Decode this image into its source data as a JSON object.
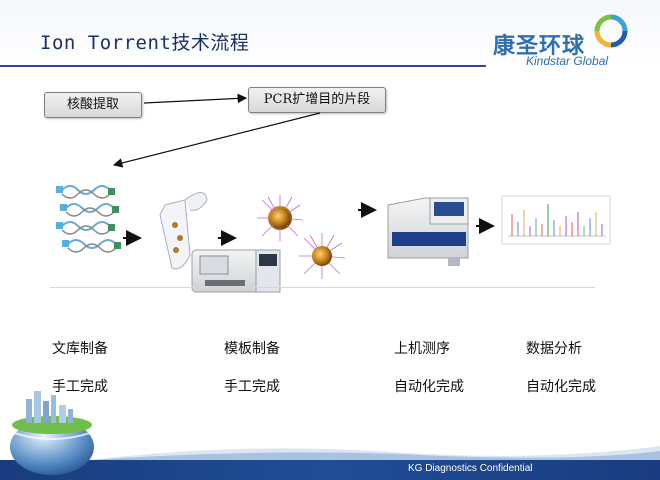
{
  "header": {
    "title": "Ion Torrent技术流程",
    "logo_cn": "康圣环球",
    "logo_en": "Kindstar Global"
  },
  "flow": {
    "step1_box": "核酸提取",
    "step2_box": "PCR扩增目的片段"
  },
  "stages": [
    {
      "name": "文库制备",
      "mode": "手工完成"
    },
    {
      "name": "模板制备",
      "mode": "手工完成"
    },
    {
      "name": "上机测序",
      "mode": "自动化完成"
    },
    {
      "name": "数据分析",
      "mode": "自动化完成"
    }
  ],
  "footer": {
    "text": "KG Diagnostics Confidential"
  },
  "colors": {
    "title": "#1c2f6b",
    "logo": "#2f6fb0",
    "footer": "#1a3c7e"
  }
}
